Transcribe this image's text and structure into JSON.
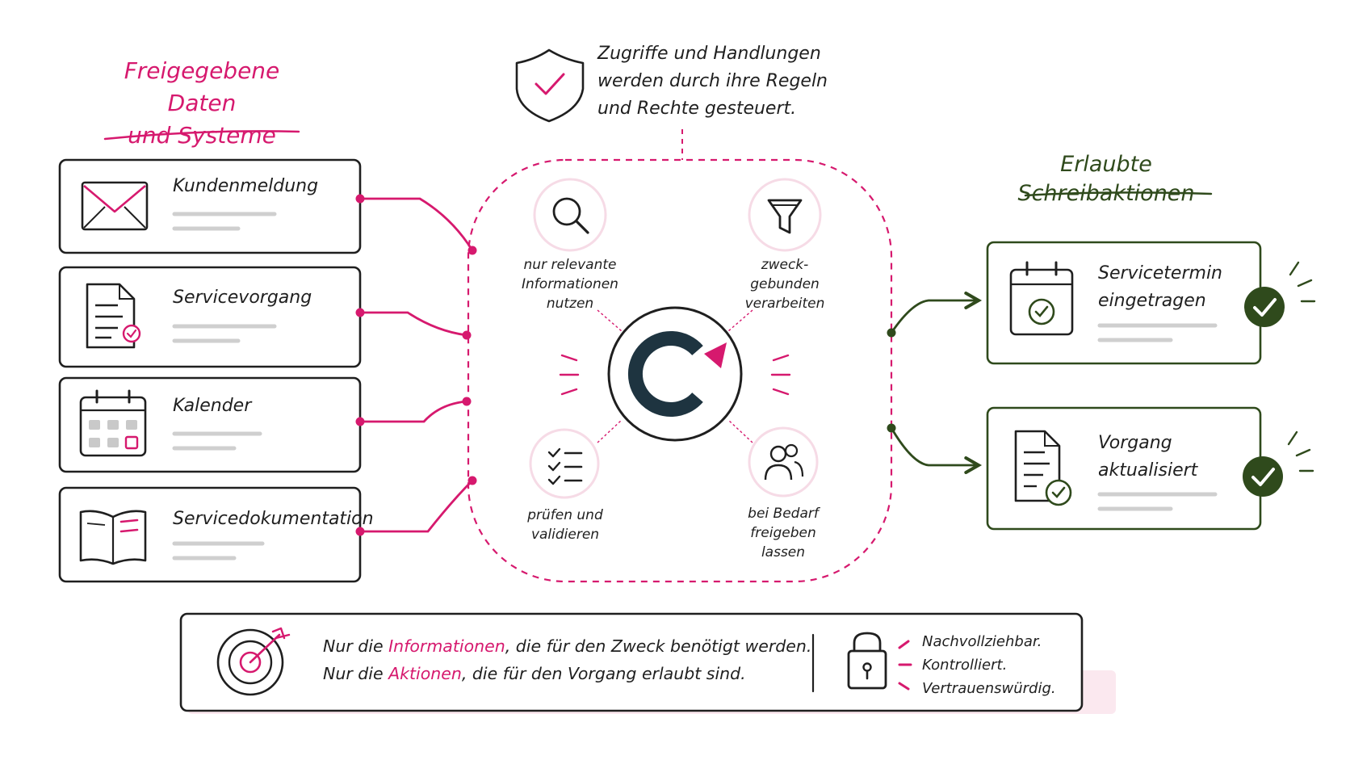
{
  "colors": {
    "accent": "#d6196e",
    "ink": "#1f1f1f",
    "success": "#2f4a1c",
    "logo_dark": "#1e3440",
    "line_gray": "#cfcfcf"
  },
  "header_note": {
    "lines": [
      "Zugriffe und Handlungen",
      "werden durch ihre Regeln",
      "und Rechte gesteuert."
    ],
    "icon": "shield-check-icon"
  },
  "sources": {
    "title_lines": [
      "Freigegebene Daten",
      "und Systeme"
    ],
    "items": [
      {
        "label": "Kundenmeldung",
        "icon": "envelope-icon"
      },
      {
        "label": "Servicevorgang",
        "icon": "document-check-icon"
      },
      {
        "label": "Kalender",
        "icon": "calendar-icon"
      },
      {
        "label": "Servicedokumentation",
        "icon": "open-book-icon"
      }
    ]
  },
  "principles": [
    {
      "lines": [
        "nur relevante",
        "Informationen",
        "nutzen"
      ],
      "icon": "magnifier-icon"
    },
    {
      "lines": [
        "zweck-",
        "gebunden",
        "verarbeiten"
      ],
      "icon": "funnel-icon"
    },
    {
      "lines": [
        "prüfen und",
        "validieren"
      ],
      "icon": "checklist-icon"
    },
    {
      "lines": [
        "bei Bedarf",
        "freigeben",
        "lassen"
      ],
      "icon": "people-icon"
    }
  ],
  "core": {
    "icon": "agent-logo-icon"
  },
  "targets": {
    "title": "Erlaubte Schreibaktionen",
    "items": [
      {
        "lines": [
          "Servicetermin",
          "eingetragen"
        ],
        "icon": "calendar-check-icon",
        "status_icon": "success-check-icon"
      },
      {
        "lines": [
          "Vorgang",
          "aktualisiert"
        ],
        "icon": "document-check-icon",
        "status_icon": "success-check-icon"
      }
    ]
  },
  "footer": {
    "line1": {
      "before": "Nur die ",
      "highlight": "Informationen",
      "after": ", die für den Zweck benötigt werden."
    },
    "line2": {
      "before": "Nur die ",
      "highlight": "Aktionen",
      "after": ", die für den Vorgang erlaubt sind."
    },
    "trust": [
      "Nachvollziehbar.",
      "Kontrolliert.",
      "Vertrauenswürdig."
    ],
    "icons": {
      "target": "target-arrow-icon",
      "lock": "padlock-icon"
    }
  }
}
